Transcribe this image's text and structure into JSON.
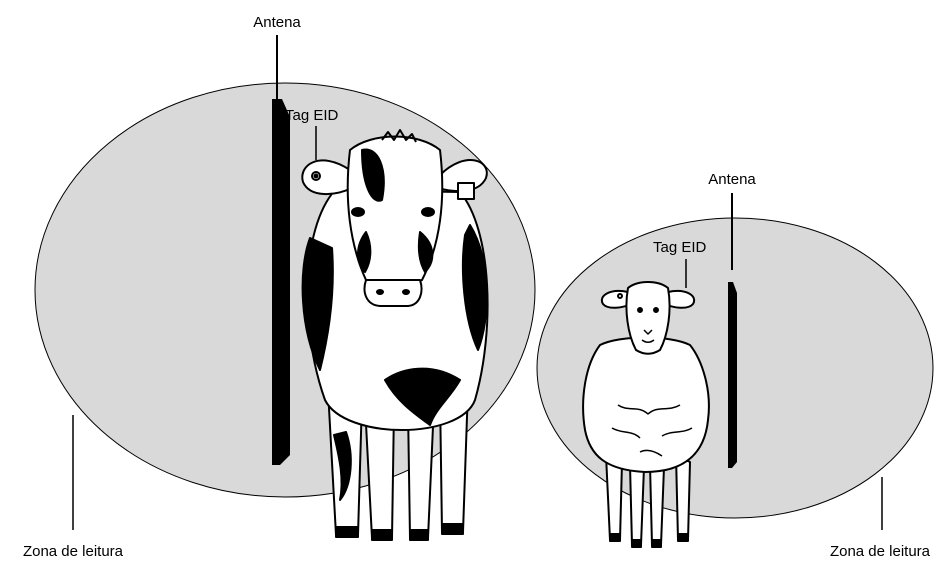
{
  "left": {
    "antenna_label": "Antena",
    "tag_label": "Tag EID",
    "zone_label": "Zona de leitura"
  },
  "right": {
    "antenna_label": "Antena",
    "tag_label": "Tag EID",
    "zone_label": "Zona de leitura"
  },
  "colors": {
    "read_zone_fill": "#d9d9d9",
    "antenna": "#000000",
    "outline": "#000000",
    "animal_body": "#ffffff"
  }
}
